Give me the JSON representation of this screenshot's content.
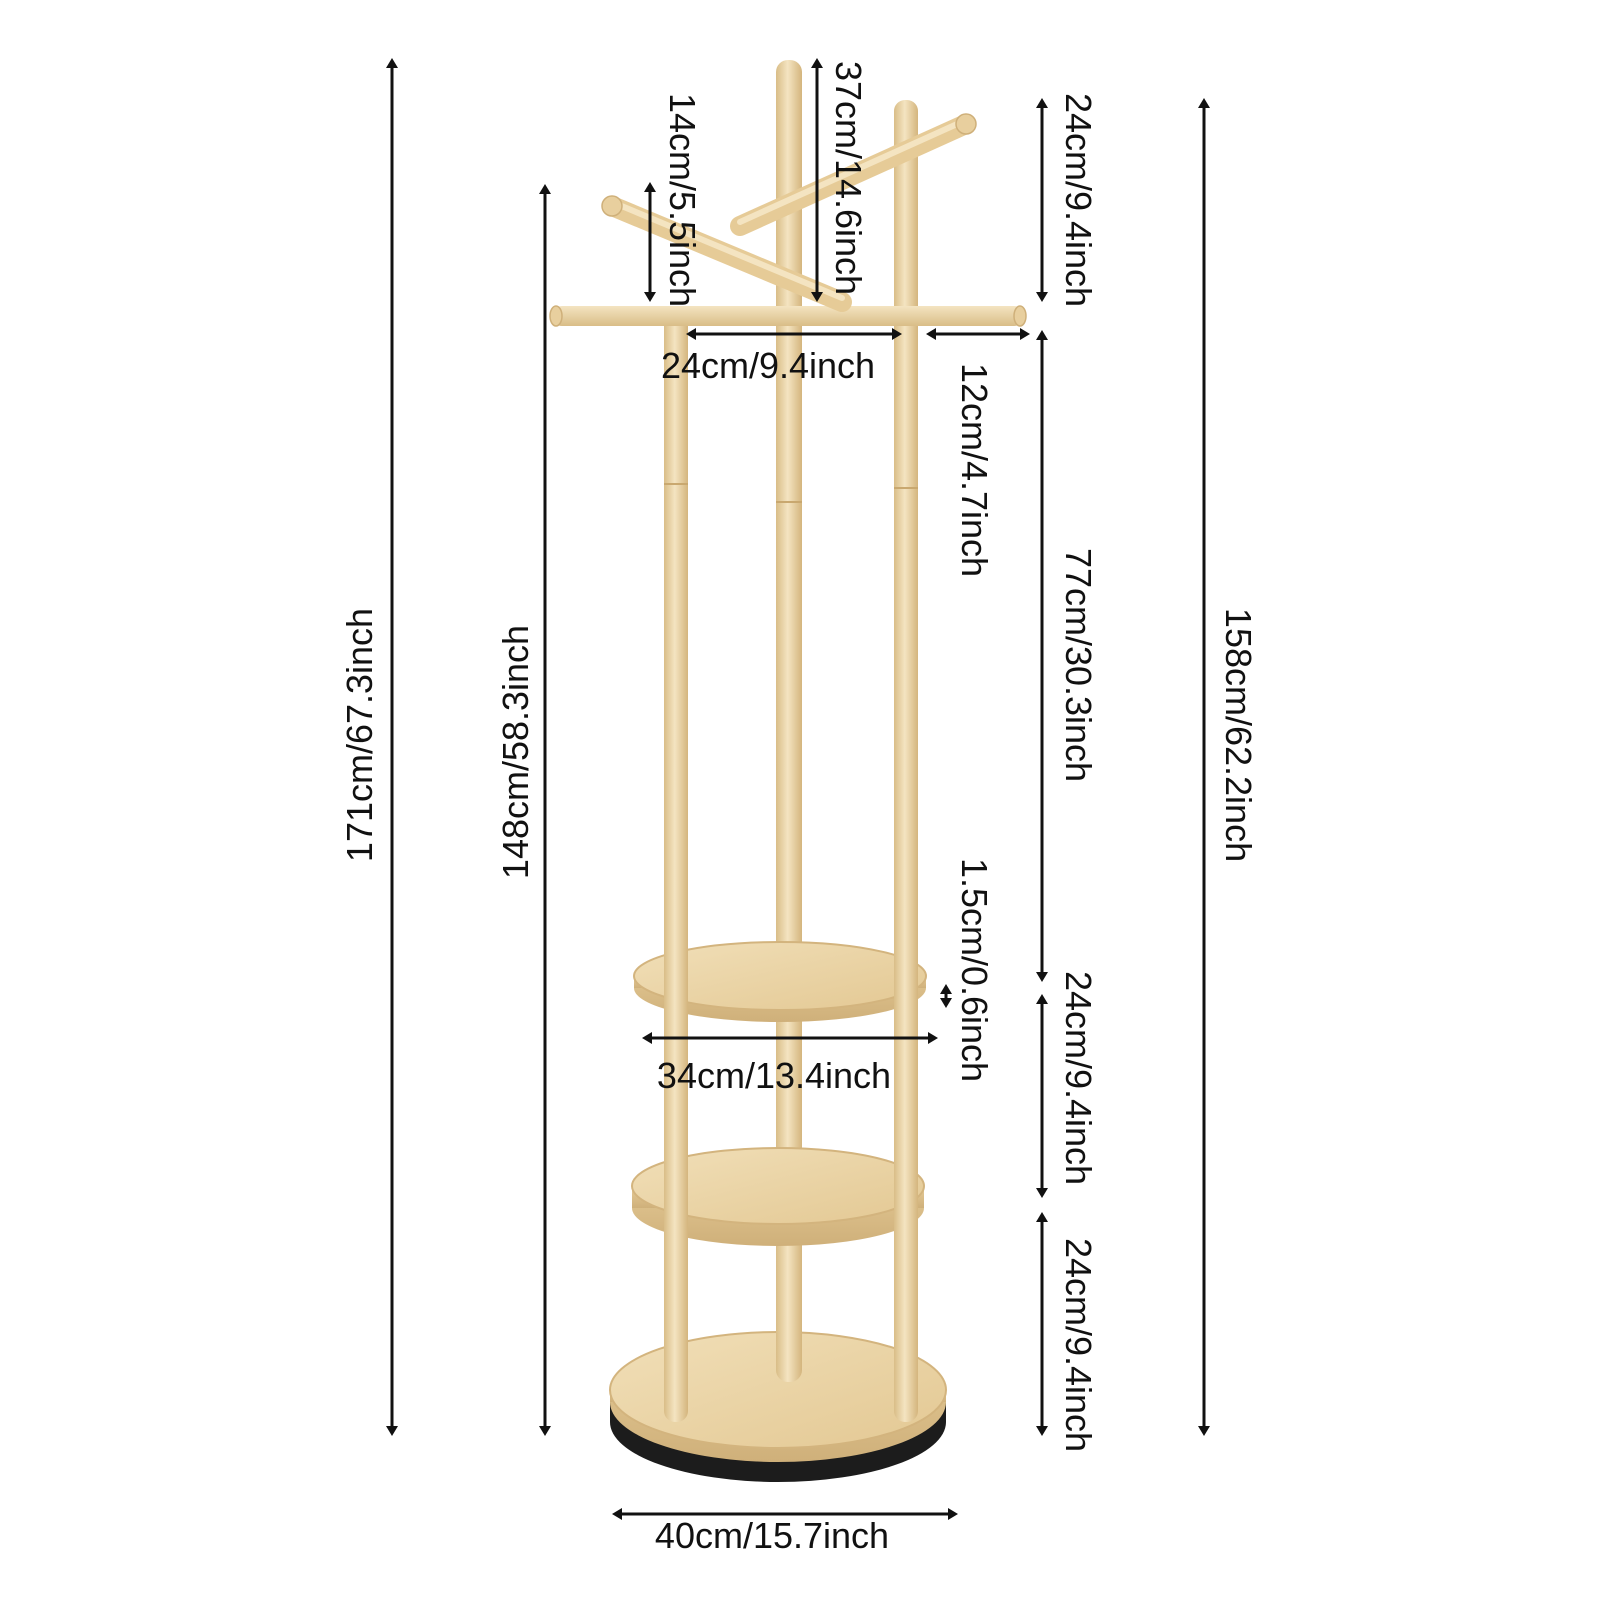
{
  "product": "wooden coat rack with three round shelves",
  "colors": {
    "wood_light": "#f1dfb8",
    "wood_mid": "#e8cf9e",
    "wood_shadow": "#d9bd87",
    "wood_grain": "#cfb07a",
    "base_rim": "#1c1c1c",
    "dimension_ink": "#111111"
  },
  "dimensions": {
    "total_height": "171cm/67.3inch",
    "pole_height": "148cm/58.3inch",
    "right_height": "158cm/62.2inch",
    "center_hook_height": "37cm/14.6inch",
    "left_hook_height": "14cm/5.5inch",
    "right_hook_height": "24cm/9.4inch",
    "crossbar_span": "24cm/9.4inch",
    "crossbar_overhang": "12cm/4.7inch",
    "upper_pole_length": "77cm/30.3inch",
    "shelf_thickness": "1.5cm/0.6inch",
    "shelf_diameter": "34cm/13.4inch",
    "upper_shelf_gap": "24cm/9.4inch",
    "lower_shelf_gap": "24cm/9.4inch",
    "base_diameter": "40cm/15.7inch"
  }
}
